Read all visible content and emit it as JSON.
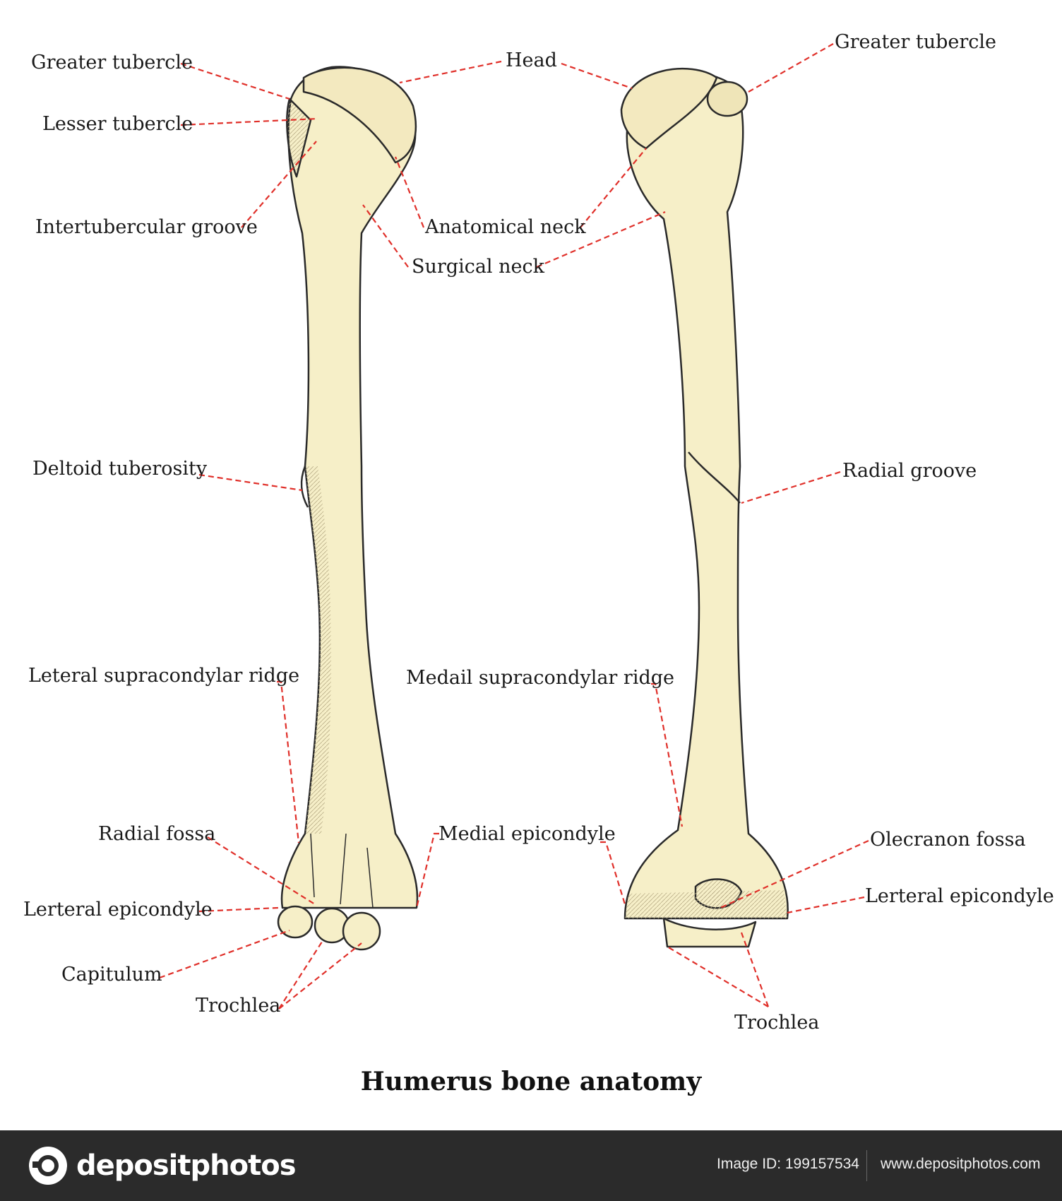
{
  "title": "Humerus bone anatomy",
  "colors": {
    "bone_fill": "#f6efc8",
    "outline": "#2a2a2a",
    "leader": "#e0302a",
    "footer_bg": "#2b2b2b"
  },
  "anterior_labels": {
    "greater_tubercle": "Greater tubercle",
    "lesser_tubercle": "Lesser tubercle",
    "intertubercular_groove": "Intertubercular groove",
    "head": "Head",
    "anatomical_neck": "Anatomical neck",
    "surgical_neck": "Surgical neck",
    "deltoid_tuberosity": "Deltoid tuberosity",
    "lateral_supracondylar_ridge": "Leteral supracondylar ridge",
    "radial_fossa": "Radial fossa",
    "lateral_epicondyle": "Lerteral epicondyle",
    "capitulum": "Capitulum",
    "trochlea": "Trochlea",
    "medial_epicondyle": "Medial epicondyle"
  },
  "posterior_labels": {
    "greater_tubercle": "Greater tubercle",
    "radial_groove": "Radial groove",
    "medial_supracondylar_ridge": "Medail supracondylar ridge",
    "olecranon_fossa": "Olecranon fossa",
    "lateral_epicondyle": "Lerteral epicondyle",
    "trochlea": "Trochlea"
  },
  "footer": {
    "brand": "depositphotos",
    "image_id": "Image ID: 199157534",
    "site": "www.depositphotos.com",
    "brand_icon": "camera-icon"
  }
}
